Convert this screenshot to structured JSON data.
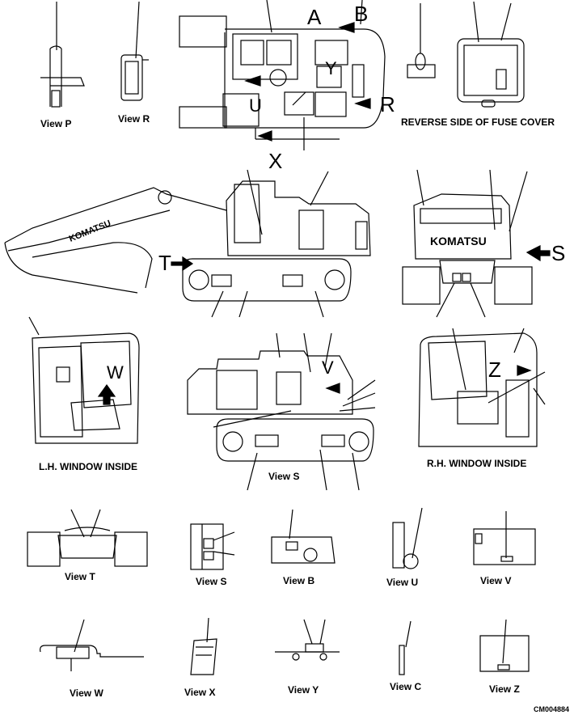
{
  "labels": {
    "view_p": "View P",
    "view_r": "View R",
    "reverse_fuse": "REVERSE SIDE OF FUSE COVER",
    "lh_window": "L.H. WINDOW INSIDE",
    "view_s_main": "View S",
    "rh_window": "R.H. WINDOW INSIDE",
    "view_t": "View T",
    "view_s_small": "View S",
    "view_b": "View B",
    "view_u": "View U",
    "view_v": "View V",
    "view_w": "View W",
    "view_x": "View X",
    "view_y": "View Y",
    "view_c": "View C",
    "view_z": "View Z"
  },
  "letters": {
    "a": "A",
    "b": "B",
    "r": "R",
    "x": "X",
    "u": "U",
    "y": "Y",
    "t": "T",
    "s": "S",
    "w": "W",
    "v": "V",
    "z": "Z"
  },
  "brand": "KOMATSU",
  "figure_id": "CM004884"
}
